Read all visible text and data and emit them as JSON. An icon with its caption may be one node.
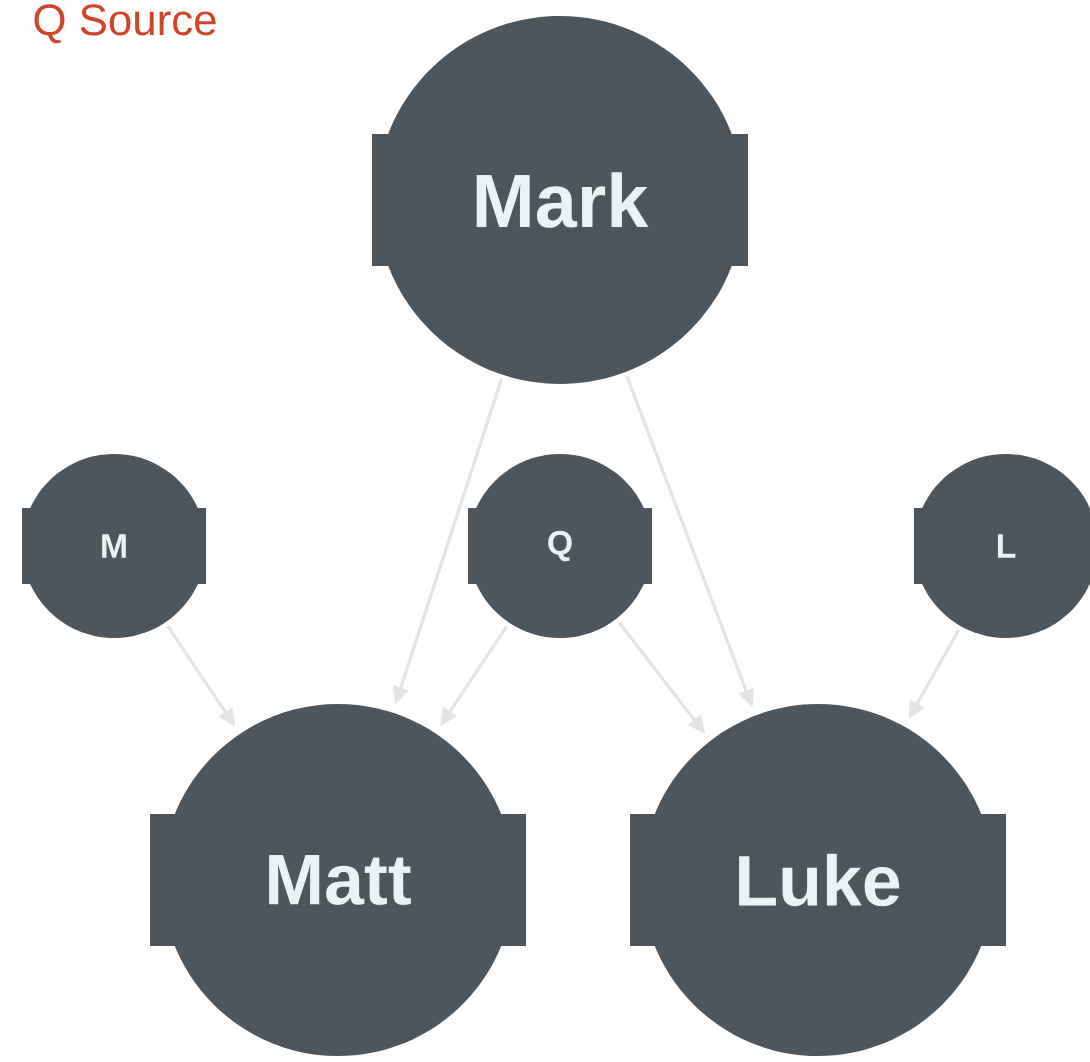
{
  "diagram": {
    "nodes": [
      {
        "text": [
          "Mark"
        ]
      },
      {
        "text": [
          "M"
        ]
      },
      {
        "text": [
          "Q"
        ]
      },
      {
        "text": [
          "L"
        ]
      },
      {
        "text": [
          "Matt"
        ]
      },
      {
        "text": [
          "Luke"
        ]
      }
    ],
    "edges": [
      {
        "from": 0,
        "to": 4,
        "arrow": "to"
      },
      {
        "from": 0,
        "to": 5,
        "arrow": "to"
      },
      {
        "from": 1,
        "to": 4,
        "arrow": "to"
      },
      {
        "from": 2,
        "to": 4,
        "arrow": "to"
      },
      {
        "from": 2,
        "to": 5,
        "arrow": "to"
      },
      {
        "from": 3,
        "to": 5,
        "arrow": "to"
      }
    ],
    "labels": [
      "Q Source"
    ]
  }
}
